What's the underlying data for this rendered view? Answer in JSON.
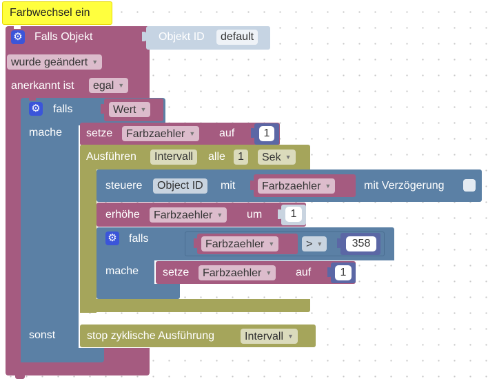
{
  "comment": {
    "text": "Farbwechsel ein"
  },
  "trigger": {
    "label": "Falls Objekt",
    "object_label": "Objekt ID",
    "object_value": "default",
    "changed_value": "wurde geändert",
    "ack_label": "anerkannt ist",
    "ack_value": "egal"
  },
  "if_block": {
    "if_label": "falls",
    "condition_value": "Wert",
    "do_label": "mache",
    "else_label": "sonst"
  },
  "set_var_1": {
    "label": "setze",
    "var": "Farbzaehler",
    "to_label": "auf",
    "value": "1"
  },
  "interval": {
    "label": "Ausführen",
    "name": "Intervall",
    "every_label": "alle",
    "amount": "1",
    "unit": "Sek"
  },
  "control": {
    "label": "steuere",
    "object": "Object ID",
    "with_label": "mit",
    "var": "Farbzaehler",
    "delay_label": "mit Verzögerung"
  },
  "increment": {
    "label": "erhöhe",
    "var": "Farbzaehler",
    "by_label": "um",
    "value": "1"
  },
  "inner_if": {
    "if_label": "falls",
    "left_var": "Farbzaehler",
    "operator": ">",
    "right_value": "358",
    "do_label": "mache"
  },
  "set_var_2": {
    "label": "setze",
    "var": "Farbzaehler",
    "to_label": "auf",
    "value": "1"
  },
  "stop": {
    "label": "stop zyklische Ausführung",
    "name": "Intervall"
  },
  "colors": {
    "event_block": "#a55b80",
    "logic_block": "#5b80a5",
    "timer_block": "#a5a55b",
    "comment_yellow": "#ffff3e",
    "gear_blue": "#3b55d9"
  },
  "icons": {
    "mutator": "gear-icon",
    "dropdown": "dropdown-caret-icon"
  }
}
